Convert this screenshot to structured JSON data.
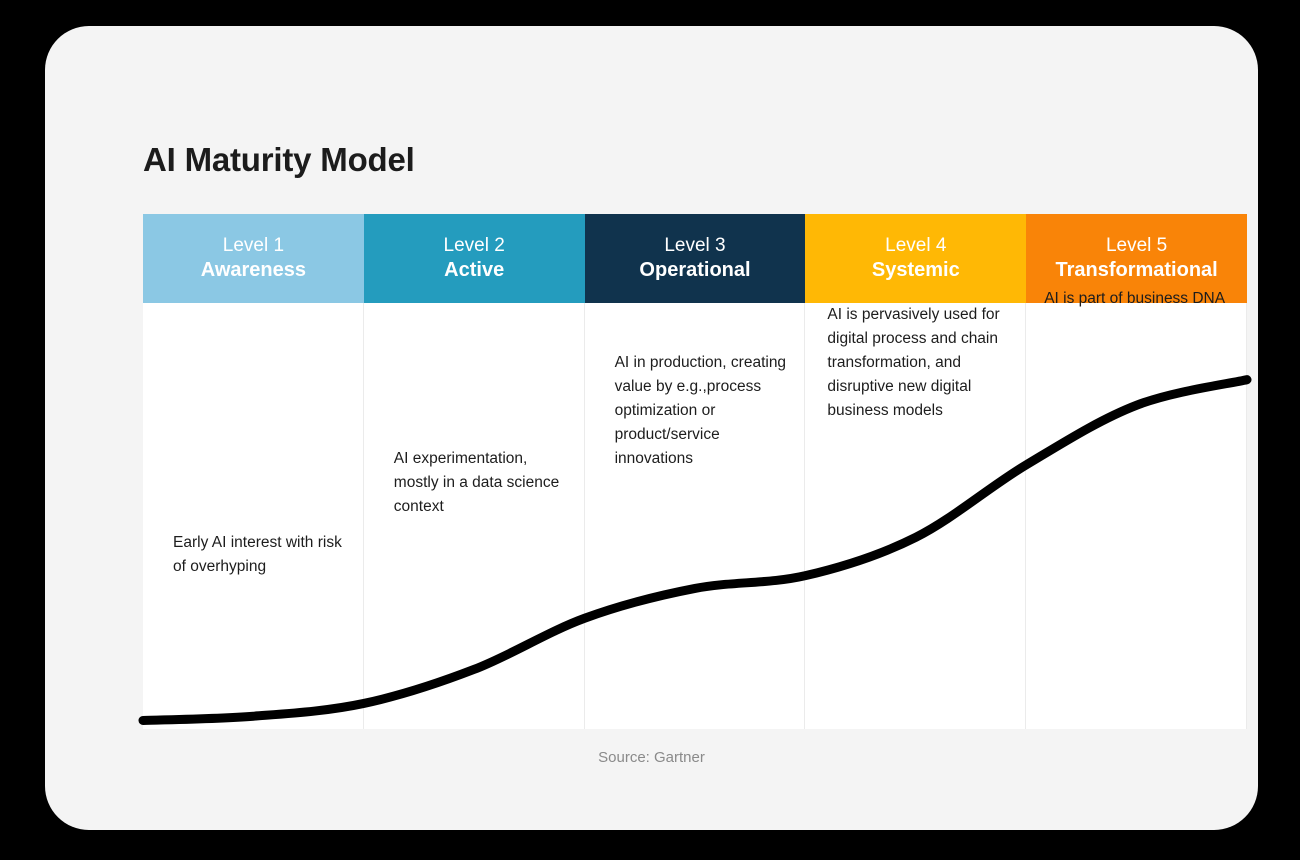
{
  "card": {
    "title": "AI Maturity Model",
    "source_caption": "Source: Gartner",
    "background_color": "#f4f4f4",
    "frame_color": "#000000"
  },
  "chart_data": {
    "type": "line",
    "title": "AI Maturity Model",
    "xlabel": "",
    "ylabel": "",
    "grid": false,
    "legend_position": "none",
    "annotation": "Source: Gartner",
    "categories": [
      "Level 1 Awareness",
      "Level 2 Active",
      "Level 3 Operational",
      "Level 4 Systemic",
      "Level 5 Transformational"
    ],
    "x": [
      0,
      10,
      20,
      30,
      40,
      50,
      60,
      70,
      80,
      90,
      100
    ],
    "values": [
      2,
      3,
      6,
      14,
      26,
      33,
      36,
      45,
      62,
      76,
      82
    ],
    "series": [
      {
        "name": "AI maturity s-curve",
        "values": [
          2,
          3,
          6,
          14,
          26,
          33,
          36,
          45,
          62,
          76,
          82
        ]
      }
    ],
    "xlim": [
      0,
      100
    ],
    "ylim": [
      0,
      100
    ],
    "line_color": "#000000",
    "line_width": 9
  },
  "levels": [
    {
      "number": "Level 1",
      "name": "Awareness",
      "description": "Early AI interest with risk of overhyping",
      "color": "#8bc8e4"
    },
    {
      "number": "Level 2",
      "name": "Active",
      "description": "AI experimentation, mostly in a data science context",
      "color": "#249cbe"
    },
    {
      "number": "Level 3",
      "name": "Operational",
      "description": "AI in production, creating value by e.g.,process optimization or product/service innovations",
      "color": "#10334d"
    },
    {
      "number": "Level 4",
      "name": "Systemic",
      "description": "AI is pervasively used for digital process and chain transformation, and disruptive new digital business models",
      "color": "#ffb805"
    },
    {
      "number": "Level 5",
      "name": "Transformational",
      "description": "AI is part of business DNA",
      "color": "#f98408"
    }
  ]
}
